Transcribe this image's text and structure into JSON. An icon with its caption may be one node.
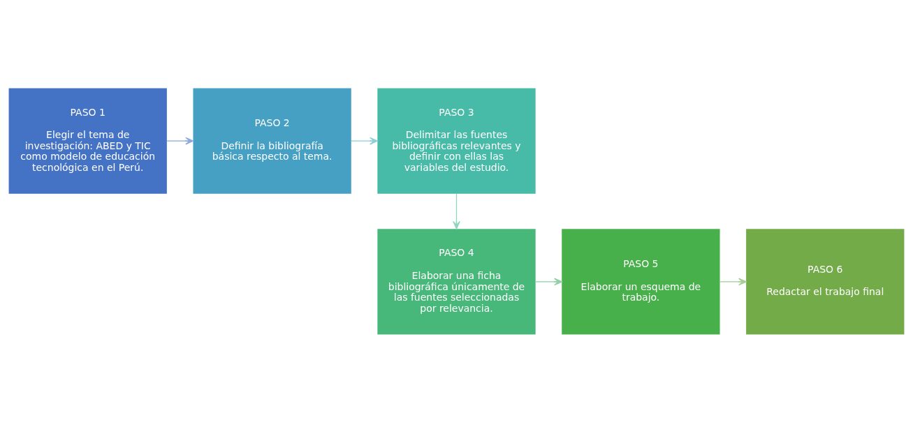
{
  "diagram": {
    "nodes": [
      {
        "text": [
          "PASO 1",
          "Elegir el tema de investigación: ABED y TIC como modelo de educación tecnológica en el Perú."
        ]
      },
      {
        "text": [
          "PASO 2",
          "Definir la bibliografía básica respecto al tema."
        ]
      },
      {
        "text": [
          "PASO 3",
          "Delimitar las fuentes bibliográficas relevantes y definir con ellas las variables del estudio."
        ]
      },
      {
        "text": [
          "PASO 4",
          "Elaborar una ficha bibliográfica únicamente de las fuentes seleccionadas por relevancia."
        ]
      },
      {
        "text": [
          "PASO 5",
          "Elaborar un esquema de trabajo."
        ]
      },
      {
        "text": [
          "PASO 6",
          "Redactar el trabajo final"
        ]
      }
    ],
    "edges": [
      {
        "from": 0,
        "to": 1,
        "arrow": "to",
        "color": "#8fa9dc"
      },
      {
        "from": 1,
        "to": 2,
        "arrow": "to",
        "color": "#8fcfd6"
      },
      {
        "from": 2,
        "to": 3,
        "arrow": "to",
        "color": "#8fd6c0"
      },
      {
        "from": 3,
        "to": 4,
        "arrow": "to",
        "color": "#8fd0a6"
      },
      {
        "from": 4,
        "to": 5,
        "arrow": "to",
        "color": "#a6cf94"
      }
    ]
  }
}
